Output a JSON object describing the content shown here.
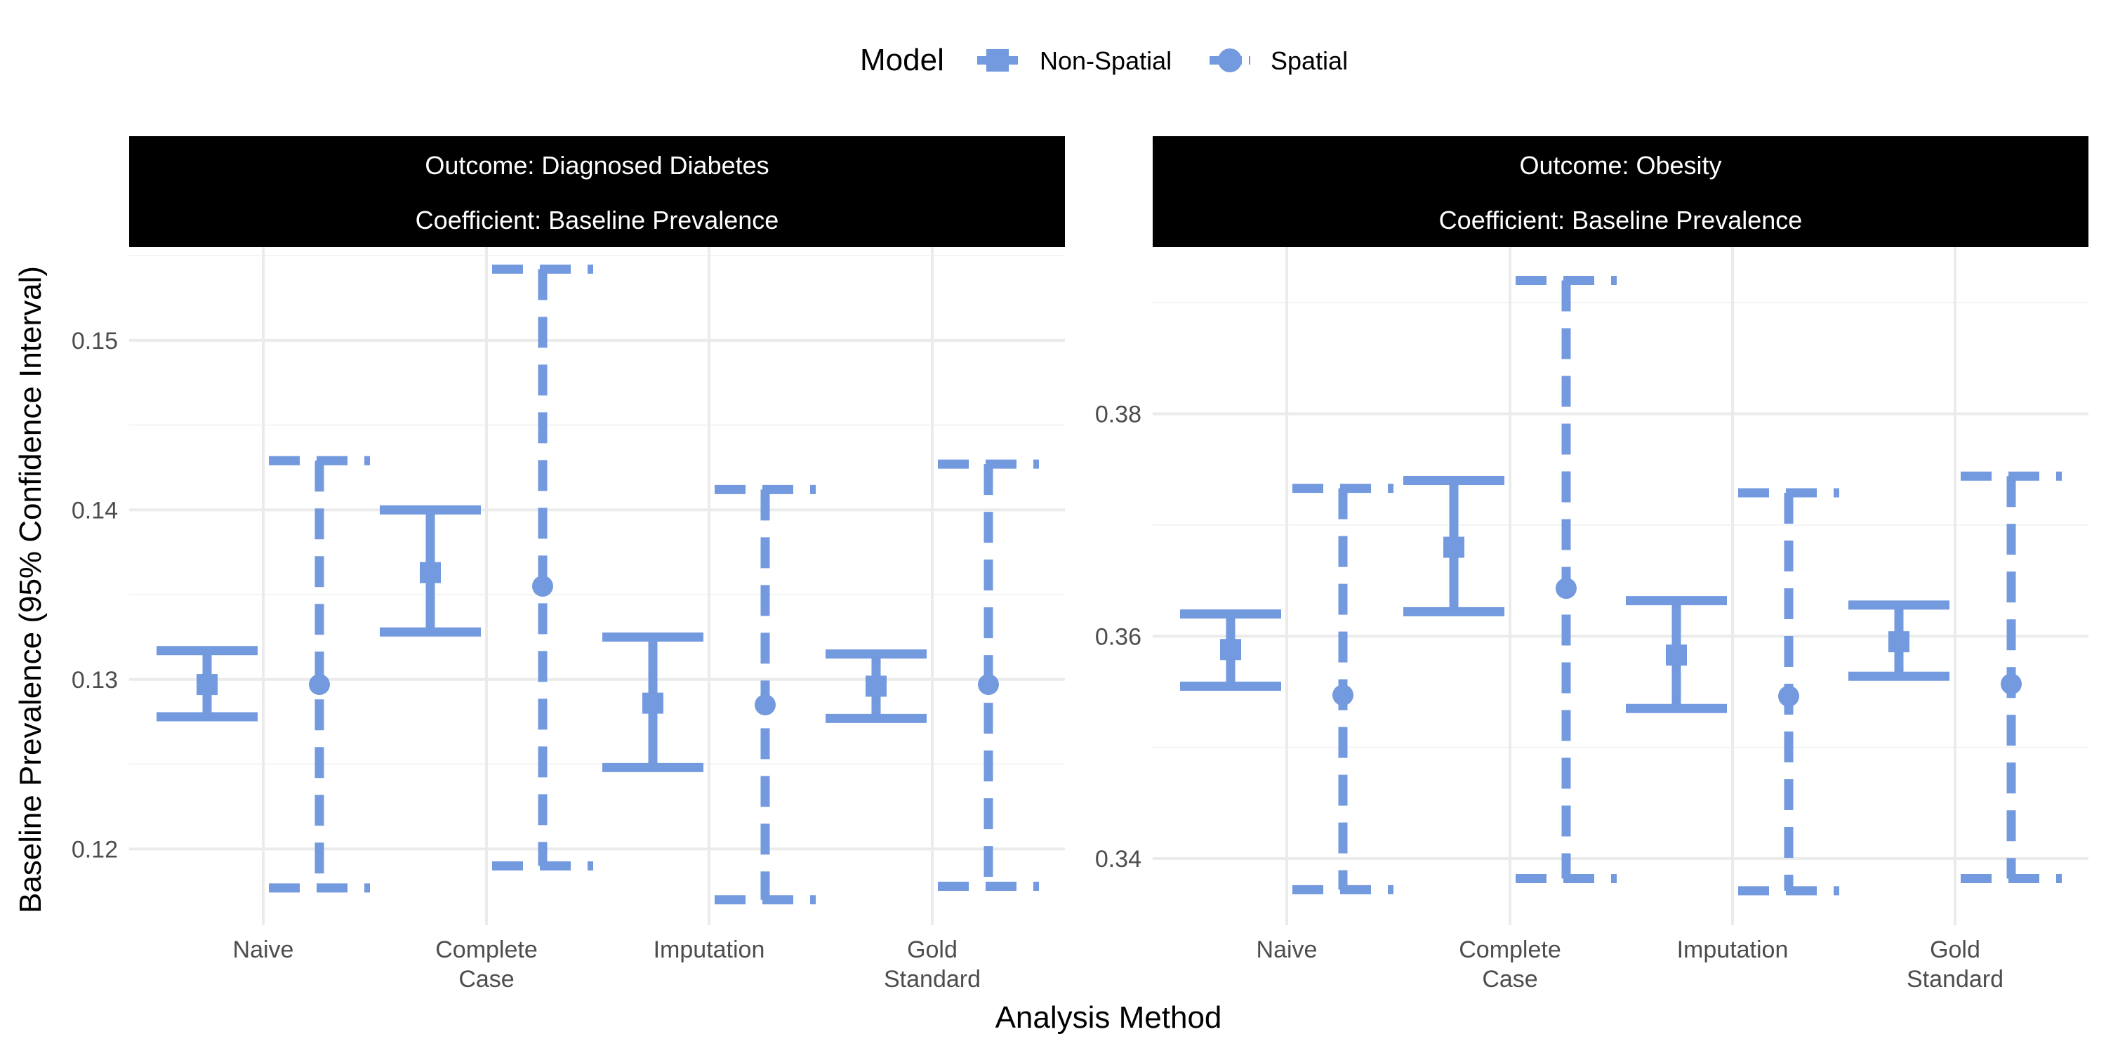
{
  "colors": {
    "series": "#7399de",
    "strip_bg": "#000000",
    "strip_text": "#ffffff",
    "grid_major": "#ebebeb",
    "grid_minor": "#f3f3f3",
    "tick_text": "#4d4d4d"
  },
  "legend": {
    "title": "Model",
    "items": [
      {
        "label": "Non-Spatial",
        "shape": "square",
        "linetype": "solid"
      },
      {
        "label": "Spatial",
        "shape": "circle",
        "linetype": "dashed"
      }
    ]
  },
  "axes": {
    "xlabel": "Analysis Method",
    "ylabel": "Baseline Prevalence (95% Confidence Interval)"
  },
  "chart_data": [
    {
      "type": "errorbar",
      "strip": [
        "Outcome: Diagnosed Diabetes",
        "Coefficient: Baseline Prevalence"
      ],
      "categories": [
        "Naive",
        "Complete Case",
        "Imputation",
        "Gold Standard"
      ],
      "category_lines": [
        [
          "Naive"
        ],
        [
          "Complete",
          "Case"
        ],
        [
          "Imputation"
        ],
        [
          "Gold",
          "Standard"
        ]
      ],
      "ylim": [
        0.1155,
        0.1555
      ],
      "yticks": [
        0.12,
        0.13,
        0.14,
        0.15
      ],
      "ytick_labels": [
        "0.12",
        "0.13",
        "0.14",
        "0.15"
      ],
      "series": [
        {
          "name": "Non-Spatial",
          "estimate": [
            0.1297,
            0.1363,
            0.1286,
            0.1296
          ],
          "lower": [
            0.1278,
            0.1328,
            0.1248,
            0.1277
          ],
          "upper": [
            0.1317,
            0.14,
            0.1325,
            0.1315
          ]
        },
        {
          "name": "Spatial",
          "estimate": [
            0.1297,
            0.1355,
            0.1285,
            0.1297
          ],
          "lower": [
            0.1177,
            0.119,
            0.117,
            0.1178
          ],
          "upper": [
            0.1429,
            0.1542,
            0.1412,
            0.1427
          ]
        }
      ],
      "grid": true
    },
    {
      "type": "errorbar",
      "strip": [
        "Outcome: Obesity",
        "Coefficient: Baseline Prevalence"
      ],
      "categories": [
        "Naive",
        "Complete Case",
        "Imputation",
        "Gold Standard"
      ],
      "category_lines": [
        [
          "Naive"
        ],
        [
          "Complete",
          "Case"
        ],
        [
          "Imputation"
        ],
        [
          "Gold",
          "Standard"
        ]
      ],
      "ylim": [
        0.334,
        0.395
      ],
      "yticks": [
        0.34,
        0.36,
        0.38
      ],
      "ytick_labels": [
        "0.34",
        "0.36",
        "0.38"
      ],
      "series": [
        {
          "name": "Non-Spatial",
          "estimate": [
            0.3588,
            0.368,
            0.3583,
            0.3595
          ],
          "lower": [
            0.3555,
            0.3622,
            0.3535,
            0.3564
          ],
          "upper": [
            0.362,
            0.374,
            0.3632,
            0.3628
          ]
        },
        {
          "name": "Spatial",
          "estimate": [
            0.3547,
            0.3643,
            0.3546,
            0.3557
          ],
          "lower": [
            0.3372,
            0.3382,
            0.3371,
            0.3382
          ],
          "upper": [
            0.3733,
            0.392,
            0.3729,
            0.3744
          ]
        }
      ],
      "grid": true
    }
  ]
}
